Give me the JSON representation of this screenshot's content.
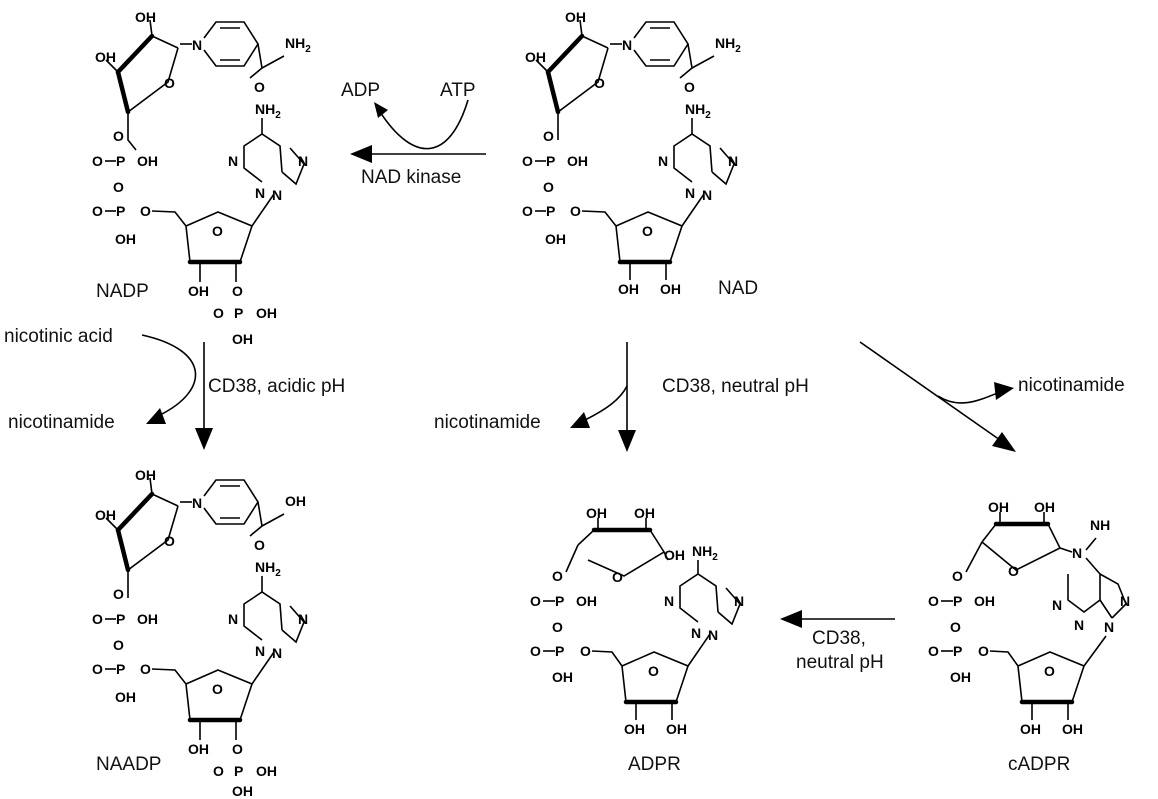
{
  "molecules": {
    "nadp": "NADP",
    "nad": "NAD",
    "naadp": "NAADP",
    "adpr": "ADPR",
    "cadpr": "cADPR"
  },
  "reactions": {
    "kinase": {
      "enzyme": "NAD kinase",
      "cofactor_in": "ATP",
      "cofactor_out": "ADP"
    },
    "acidic": {
      "enzyme": "CD38, acidic pH",
      "substrate_in": "nicotinic acid",
      "product_out": "nicotinamide"
    },
    "neutral": {
      "enzyme": "CD38, neutral pH",
      "product_out": "nicotinamide"
    },
    "cyclase": {
      "product_out": "nicotinamide"
    },
    "hydrolase": {
      "enzyme_line1": "CD38,",
      "enzyme_line2": "neutral pH"
    }
  },
  "atoms": {
    "oh": "OH",
    "o": "O",
    "p": "P",
    "n": "N",
    "nh": "NH",
    "nh2": "NH",
    "sub2": "2",
    "nplus": "N"
  }
}
